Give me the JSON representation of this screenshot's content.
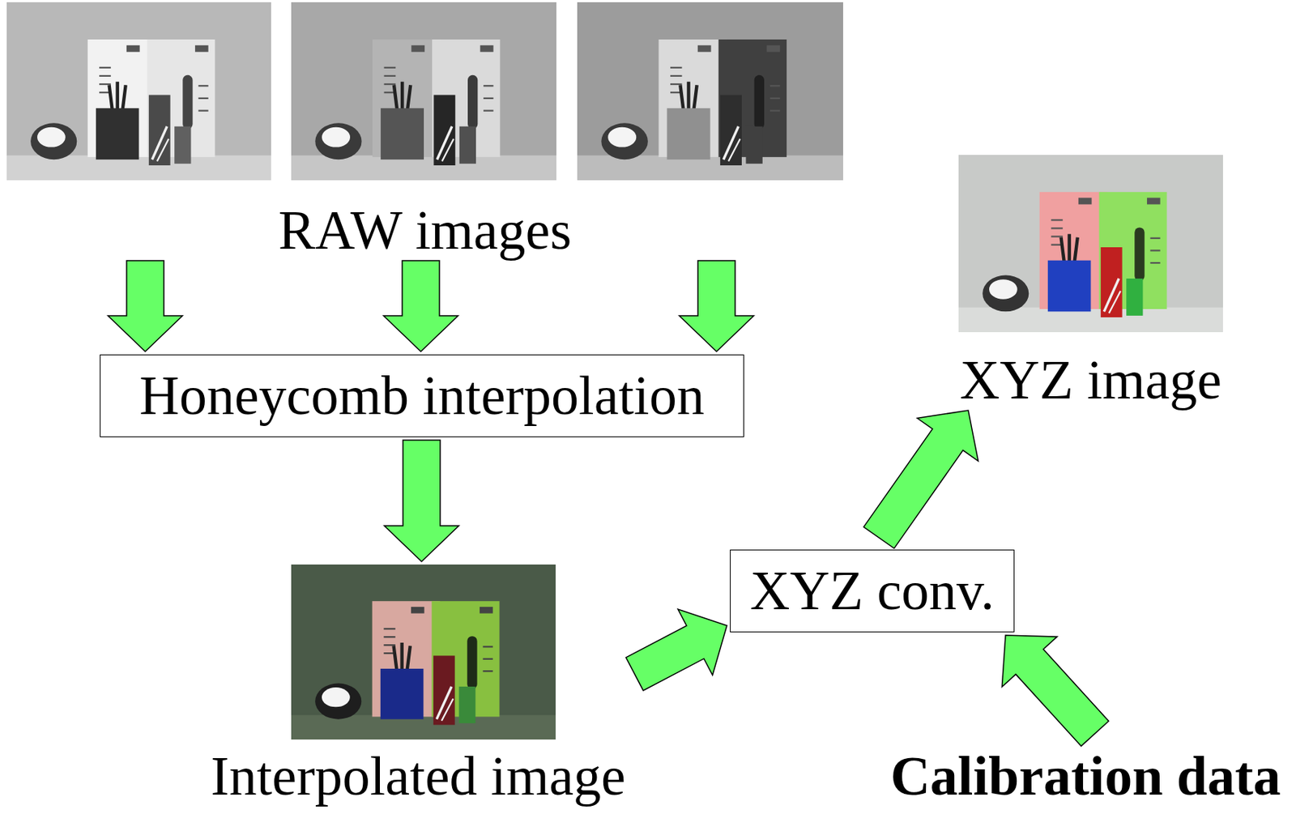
{
  "diagram": {
    "nodes": [
      {
        "text": [
          "RAW images"
        ]
      },
      {
        "text": [
          "Honeycomb interpolation"
        ]
      },
      {
        "text": [
          "Interpolated image"
        ]
      },
      {
        "text": [
          "XYZ conv."
        ]
      },
      {
        "text": [
          "XYZ image"
        ]
      },
      {
        "text": [
          "Calibration data"
        ]
      }
    ],
    "edges": [
      {
        "from": 0,
        "to": 1,
        "arrow": "to"
      },
      {
        "from": 0,
        "to": 1,
        "arrow": "to"
      },
      {
        "from": 0,
        "to": 1,
        "arrow": "to"
      },
      {
        "from": 1,
        "to": 2,
        "arrow": "to"
      },
      {
        "from": 2,
        "to": 3,
        "arrow": "to"
      },
      {
        "from": 5,
        "to": 3,
        "arrow": "to"
      },
      {
        "from": 3,
        "to": 4,
        "arrow": "to"
      }
    ]
  }
}
